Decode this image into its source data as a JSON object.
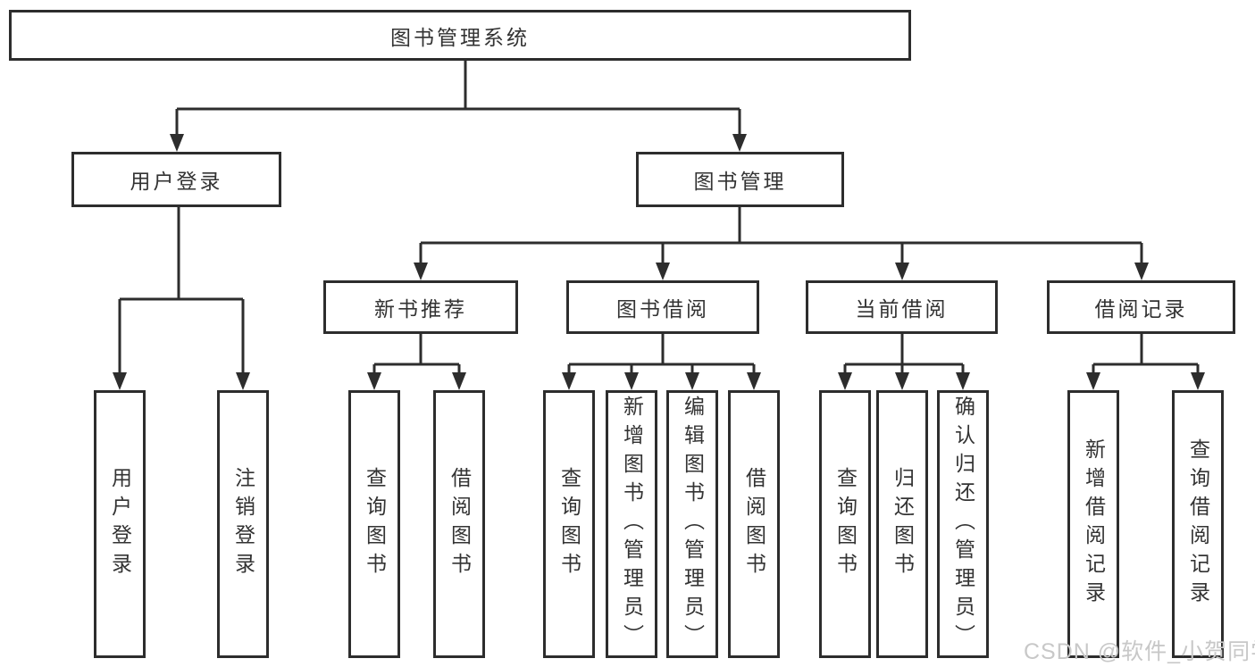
{
  "diagram": {
    "title": "图书管理系统",
    "watermark": "CSDN @软件_小贺同学",
    "branches": [
      {
        "label": "用户登录",
        "children": [
          "用户登录",
          "注销登录"
        ]
      },
      {
        "label": "图书管理",
        "children": [
          {
            "label": "新书推荐",
            "children": [
              "查询图书",
              "借阅图书"
            ]
          },
          {
            "label": "图书借阅",
            "children": [
              "查询图书",
              "新增图书（管理员）",
              "编辑图书（管理员）",
              "借阅图书"
            ]
          },
          {
            "label": "当前借阅",
            "children": [
              "查询图书",
              "归还图书",
              "确认归还（管理员）"
            ]
          },
          {
            "label": "借阅记录",
            "children": [
              "新增借阅记录",
              "查询借阅记录"
            ]
          }
        ]
      }
    ]
  }
}
